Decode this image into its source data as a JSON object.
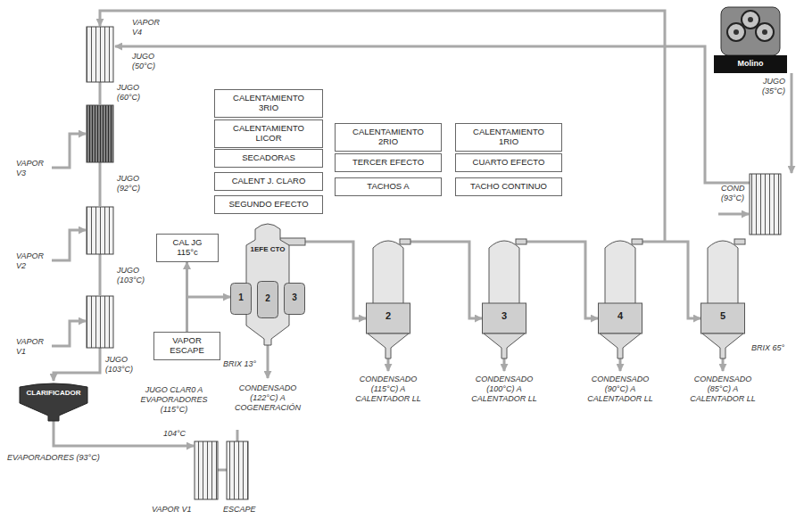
{
  "diagram": {
    "nodes": [
      {
        "text": [
          "CALENTAMIENTO 3RIO"
        ]
      },
      {
        "text": [
          "CALENTAMIENTO LICOR"
        ]
      },
      {
        "text": [
          "SECADORAS"
        ]
      },
      {
        "text": [
          "CALENT J. CLARO"
        ]
      },
      {
        "text": [
          "SEGUNDO EFECTO"
        ]
      },
      {
        "text": [
          "CALENTAMIENTO 2RIO"
        ]
      },
      {
        "text": [
          "TERCER EFECTO"
        ]
      },
      {
        "text": [
          "TACHOS A"
        ]
      },
      {
        "text": [
          "CALENTAMIENTO 1RIO"
        ]
      },
      {
        "text": [
          "CUARTO EFECTO"
        ]
      },
      {
        "text": [
          "TACHO CONTINUO"
        ]
      },
      {
        "text": [
          "CAL JG 115°c"
        ]
      },
      {
        "text": [
          "VAPOR ESCAPE"
        ]
      },
      {
        "text": [
          "CLARIFICADOR"
        ]
      },
      {
        "text": [
          "1EFE CTO"
        ]
      },
      {
        "text": [
          "1"
        ],
        "in": 14
      },
      {
        "text": [
          "2"
        ],
        "in": 14
      },
      {
        "text": [
          "3"
        ],
        "in": 14
      },
      {
        "text": [
          "2"
        ]
      },
      {
        "text": [
          "3"
        ]
      },
      {
        "text": [
          "4"
        ]
      },
      {
        "text": [
          "5"
        ]
      },
      {
        "text": [
          "Molino"
        ]
      }
    ],
    "edges": [
      {
        "from": 12,
        "to": 11,
        "arrow": "to"
      },
      {
        "from": 12,
        "to": 14,
        "arrow": "to"
      },
      {
        "from": 14,
        "to": 18,
        "arrow": "to"
      },
      {
        "from": 18,
        "to": 19,
        "arrow": "to"
      },
      {
        "from": 19,
        "to": 20,
        "arrow": "to"
      },
      {
        "from": 20,
        "to": 21,
        "arrow": "to"
      }
    ],
    "labels": [
      "VAPOR V4",
      "JUGO (50°C)",
      "JUGO (60°C)",
      "VAPOR V3",
      "JUGO (92°C)",
      "VAPOR V2",
      "JUGO (103°C)",
      "VAPOR V1",
      "JUGO (103°C)",
      "104°C",
      "EVAPORADORES (93°C)",
      "VAPOR V1",
      "ESCAPE",
      "JUGO CLAR0 A EVAPORADORES (115°C)",
      "BRIX 13°",
      "CONDENSADO (122°C) A COGENERACIÓN",
      "CONDENSADO (115°C) A CALENTADOR LL",
      "CONDENSADO (100°C) A CALENTADOR LL",
      "CONDENSADO (90°C) A CALENTADOR LL",
      "CONDENSADO (85°C) A CALENTADOR LL",
      "BRIX 65°",
      "JUGO (35°C)",
      "COND (93°C)"
    ]
  }
}
